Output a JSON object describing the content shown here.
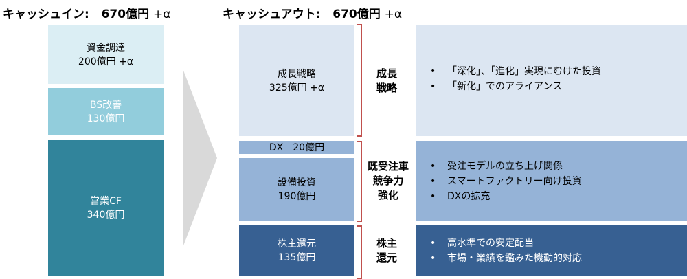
{
  "header": {
    "cash_in_label": "キャッシュイン:",
    "cash_in_amount": "670億円",
    "cash_in_alpha": "+α",
    "cash_out_label": "キャッシュアウト:",
    "cash_out_amount": "670億円",
    "cash_out_alpha": "+α"
  },
  "cash_in": [
    {
      "name": "資金調達",
      "amount": "200億円 +α",
      "color": "#dbeef4"
    },
    {
      "name": "BS改善",
      "amount": "130億円",
      "color": "#92cddc"
    },
    {
      "name": "営業CF",
      "amount": "340億円",
      "color": "#31849b"
    }
  ],
  "cash_out": [
    {
      "name": "成長戦略",
      "amount": "325億円 +α",
      "color": "#dce6f2"
    },
    {
      "name": "DX　20億円",
      "color": "#95b3d7"
    },
    {
      "name": "設備投資",
      "amount": "190億円",
      "color": "#95b3d7"
    },
    {
      "name": "株主還元",
      "amount": "135億円",
      "color": "#376092"
    }
  ],
  "categories": [
    {
      "line1": "成長",
      "line2": "戦略",
      "items": [
        "「深化」、「進化」実現にむけた投資",
        "「新化」でのアライアンス"
      ]
    },
    {
      "line1": "既受注車",
      "line2": "競争力",
      "line3": "強化",
      "items": [
        "受注モデルの立ち上げ関係",
        "スマートファクトリー向け投資",
        "DXの拡充"
      ]
    },
    {
      "line1": "株主",
      "line2": "還元",
      "items": [
        "高水準での安定配当",
        "市場・業績を鑑みた機動的対応"
      ]
    }
  ]
}
